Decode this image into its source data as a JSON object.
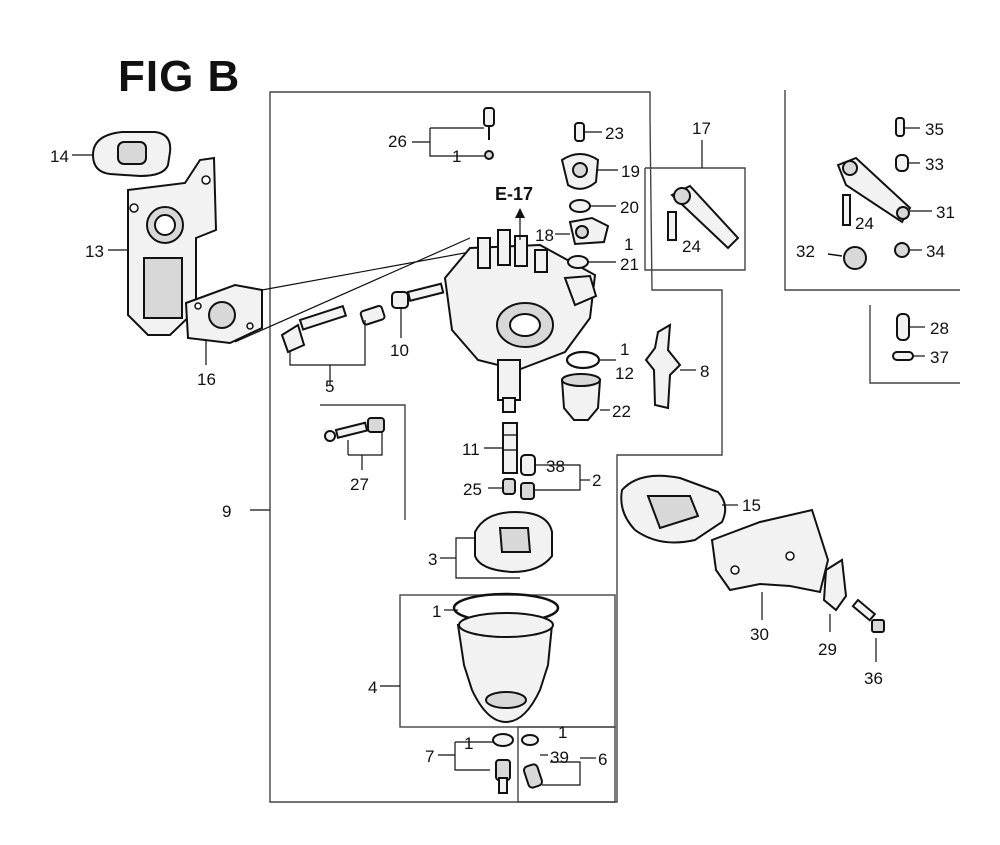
{
  "figure": {
    "title": "FIG B",
    "reference": "E-17"
  },
  "callouts": {
    "c1a": "1",
    "c1b": "1",
    "c1c": "1",
    "c1d": "1",
    "c1e": "1",
    "c1f": "1",
    "c2": "2",
    "c3": "3",
    "c4": "4",
    "c5": "5",
    "c6": "6",
    "c7": "7",
    "c8": "8",
    "c9": "9",
    "c10": "10",
    "c11": "11",
    "c12": "12",
    "c13": "13",
    "c14": "14",
    "c15": "15",
    "c16": "16",
    "c17": "17",
    "c18": "18",
    "c19": "19",
    "c20": "20",
    "c21": "21",
    "c22": "22",
    "c23": "23",
    "c24a": "24",
    "c24b": "24",
    "c25": "25",
    "c26": "26",
    "c27": "27",
    "c28": "28",
    "c29": "29",
    "c30": "30",
    "c31": "31",
    "c32": "32",
    "c33": "33",
    "c34": "34",
    "c35": "35",
    "c36": "36",
    "c37": "37",
    "c38": "38",
    "c39": "39"
  }
}
